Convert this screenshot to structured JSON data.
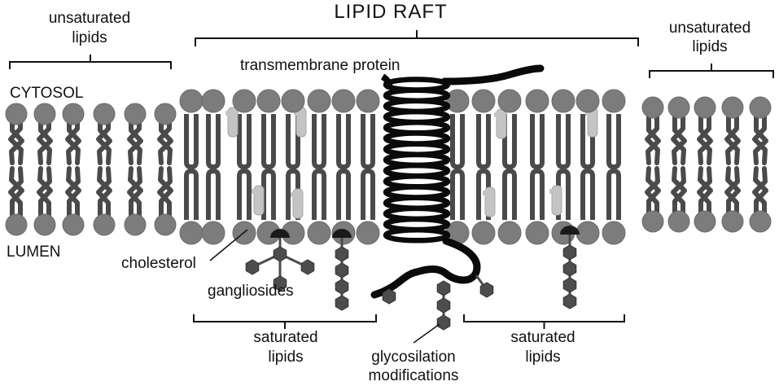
{
  "labels": {
    "title": "LIPID RAFT",
    "unsat_left_1": "unsaturated",
    "unsat_left_2": "lipids",
    "unsat_right_1": "unsaturated",
    "unsat_right_2": "lipids",
    "cytosol": "CYTOSOL",
    "lumen": "LUMEN",
    "transmembrane": "transmembrane protein",
    "cholesterol": "cholesterol",
    "gangliosides": "gangliosides",
    "sat_left_1": "saturated",
    "sat_left_2": "lipids",
    "sat_right_1": "saturated",
    "sat_right_2": "lipids",
    "glyco_1": "glycosilation",
    "glyco_2": "modifications"
  },
  "colors": {
    "head": "#7c7c7c",
    "tail": "#4a4a4a",
    "cholesterol": "#c4c4c4",
    "protein": "#0a0a0a",
    "sugar": "#4d4d4d",
    "bracket": "#111111"
  }
}
